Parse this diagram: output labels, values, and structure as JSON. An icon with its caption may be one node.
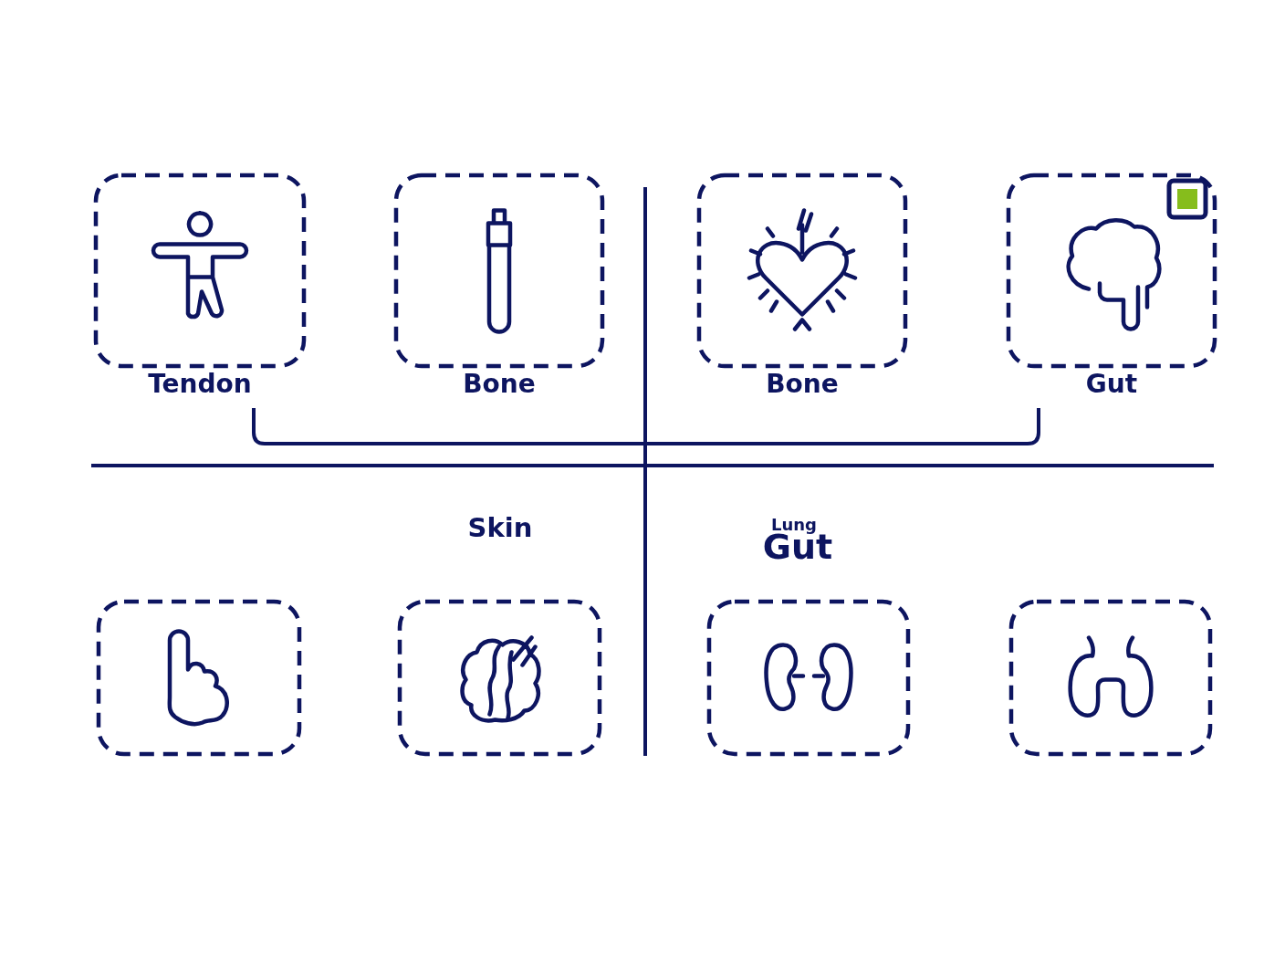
{
  "diagram": {
    "nodes": [
      {
        "text": [
          "Tendon"
        ]
      },
      {
        "text": [
          "Bone"
        ]
      },
      {
        "text": [
          "Bone"
        ]
      },
      {
        "text": [
          "Gut"
        ]
      },
      {
        "text": [],
        "shape": "box"
      },
      {
        "text": [],
        "shape": "box"
      },
      {
        "text": [],
        "shape": "box"
      },
      {
        "text": [],
        "shape": "box"
      }
    ],
    "edges": [],
    "labels": [
      "Skin",
      "Lung",
      "Gut"
    ]
  }
}
